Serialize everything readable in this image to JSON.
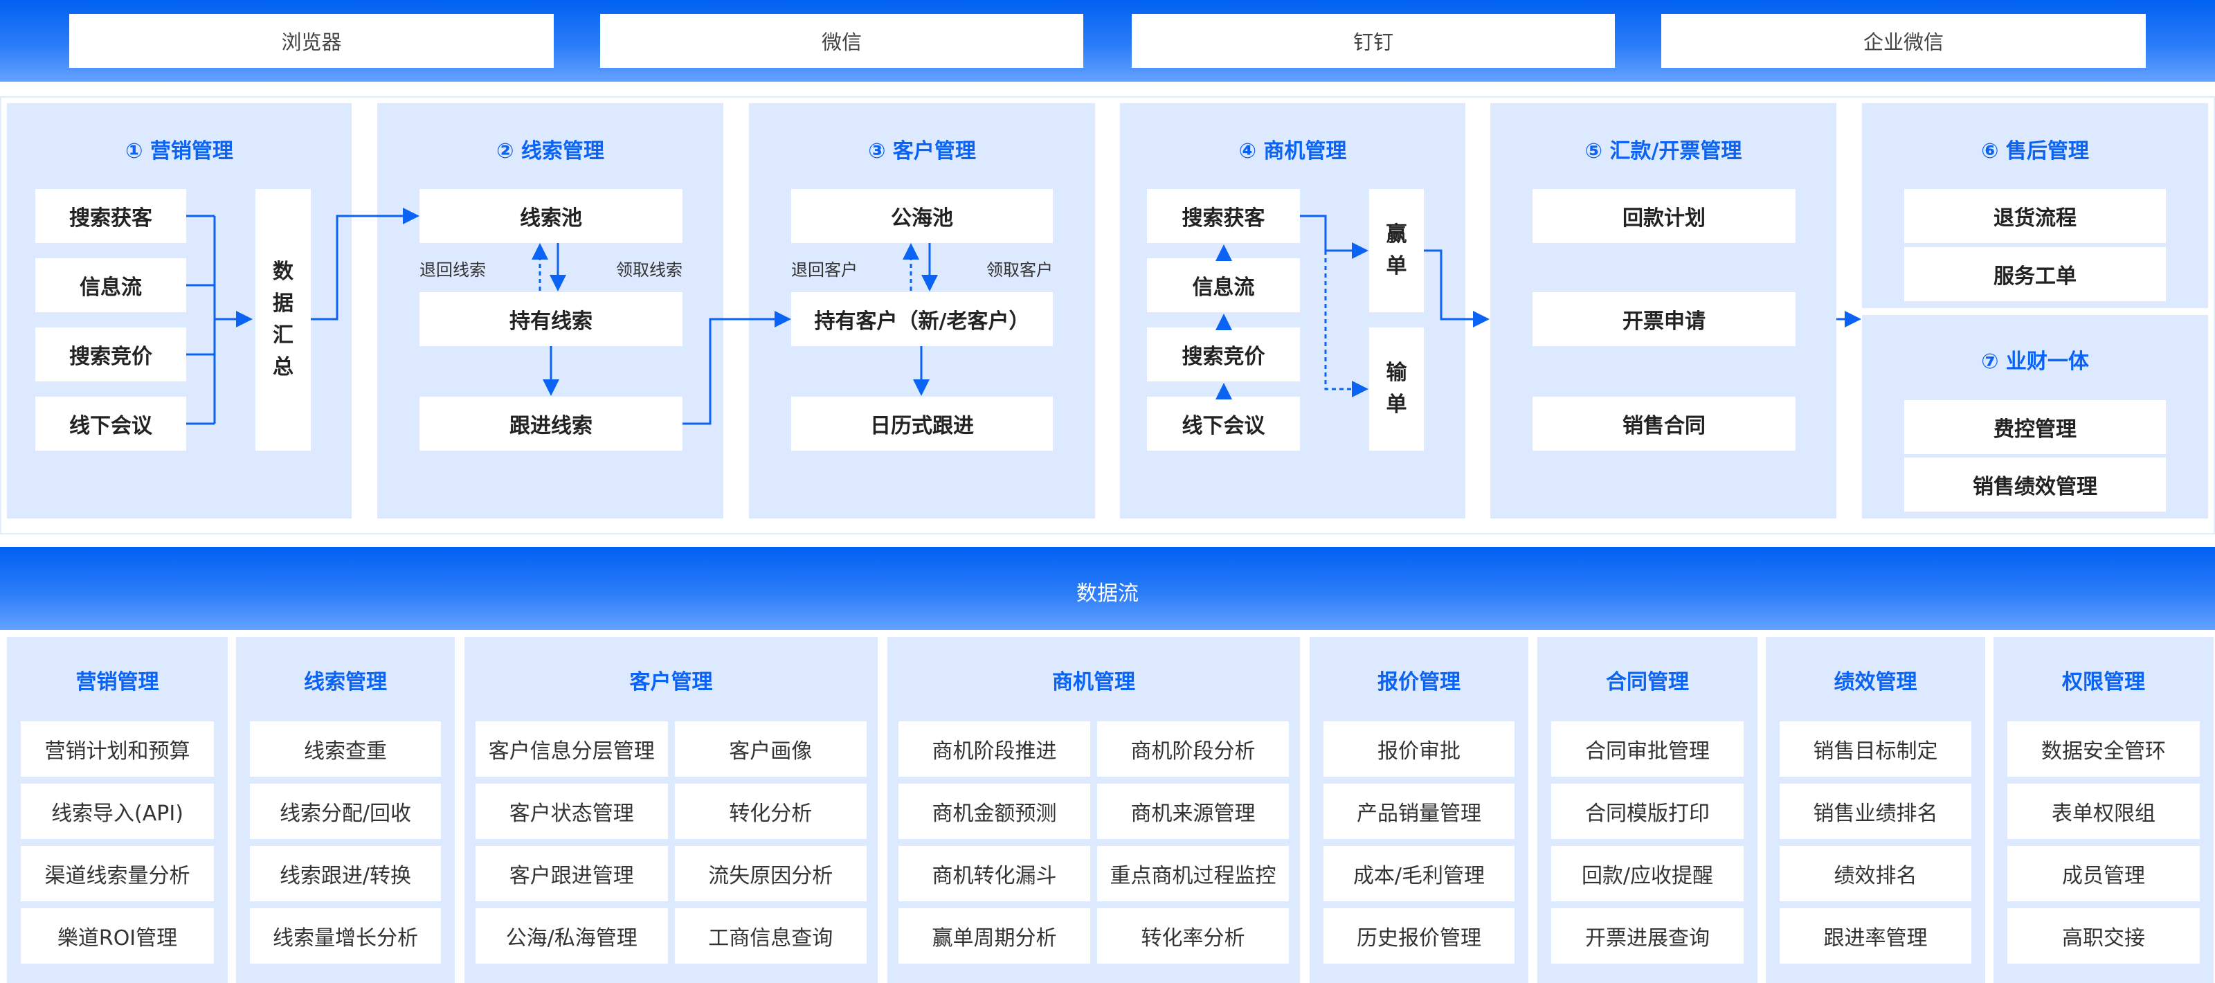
{
  "platforms": [
    "浏览器",
    "微信",
    "钉钉",
    "企业微信"
  ],
  "flow_panels": {
    "marketing": {
      "title": "① 营销管理",
      "sources": [
        "搜索获客",
        "信息流",
        "搜索竞价",
        "线下会议"
      ],
      "aggregate": [
        "数",
        "据",
        "汇",
        "总"
      ]
    },
    "leads": {
      "title": "② 线索管理",
      "pool": "线索池",
      "held": "持有线索",
      "follow": "跟进线索",
      "return_label": "退回线索",
      "claim_label": "领取线索"
    },
    "customers": {
      "title": "③ 客户管理",
      "pool": "公海池",
      "held": "持有客户（新/老客户）",
      "follow": "日历式跟进",
      "return_label": "退回客户",
      "claim_label": "领取客户"
    },
    "opportunities": {
      "title": "④ 商机管理",
      "sources": [
        "搜索获客",
        "信息流",
        "搜索竞价",
        "线下会议"
      ],
      "win": [
        "赢",
        "单"
      ],
      "lose": [
        "输",
        "单"
      ]
    },
    "payment": {
      "title": "⑤ 汇款/开票管理",
      "items": [
        "回款计划",
        "开票申请",
        "销售合同"
      ]
    },
    "after_sales": {
      "title": "⑥ 售后管理",
      "items": [
        "退货流程",
        "服务工单"
      ]
    },
    "finance": {
      "title": "⑦ 业财一体",
      "items": [
        "费控管理",
        "销售绩效管理"
      ]
    }
  },
  "data_flow_label": "数据流",
  "modules": [
    {
      "title": "营销管理",
      "cols": 1,
      "items": [
        "营销计划和预算",
        "线索导入(API)",
        "渠道线索量分析",
        "樂道ROI管理"
      ]
    },
    {
      "title": "线索管理",
      "cols": 1,
      "items": [
        "线索查重",
        "线索分配/回收",
        "线索跟进/转换",
        "线索量增长分析"
      ]
    },
    {
      "title": "客户管理",
      "cols": 2,
      "items": [
        "客户信息分层管理",
        "客户画像",
        "客户状态管理",
        "转化分析",
        "客户跟进管理",
        "流失原因分析",
        "公海/私海管理",
        "工商信息查询"
      ]
    },
    {
      "title": "商机管理",
      "cols": 2,
      "items": [
        "商机阶段推进",
        "商机阶段分析",
        "商机金额预测",
        "商机来源管理",
        "商机转化漏斗",
        "重点商机过程监控",
        "赢单周期分析",
        "转化率分析"
      ]
    },
    {
      "title": "报价管理",
      "cols": 1,
      "items": [
        "报价审批",
        "产品销量管理",
        "成本/毛利管理",
        "历史报价管理"
      ]
    },
    {
      "title": "合同管理",
      "cols": 1,
      "items": [
        "合同审批管理",
        "合同模版打印",
        "回款/应收提醒",
        "开票进展查询"
      ]
    },
    {
      "title": "绩效管理",
      "cols": 1,
      "items": [
        "销售目标制定",
        "销售业绩排名",
        "绩效排名",
        "跟进率管理"
      ]
    },
    {
      "title": "权限管理",
      "cols": 1,
      "items": [
        "数据安全管环",
        "表单权限组",
        "成员管理",
        "高职交接"
      ]
    }
  ],
  "colors": {
    "accent": "#0a63f2",
    "panel": "#dde9fe",
    "band_top": "#0061f2",
    "band_bottom": "#64a2ff"
  }
}
